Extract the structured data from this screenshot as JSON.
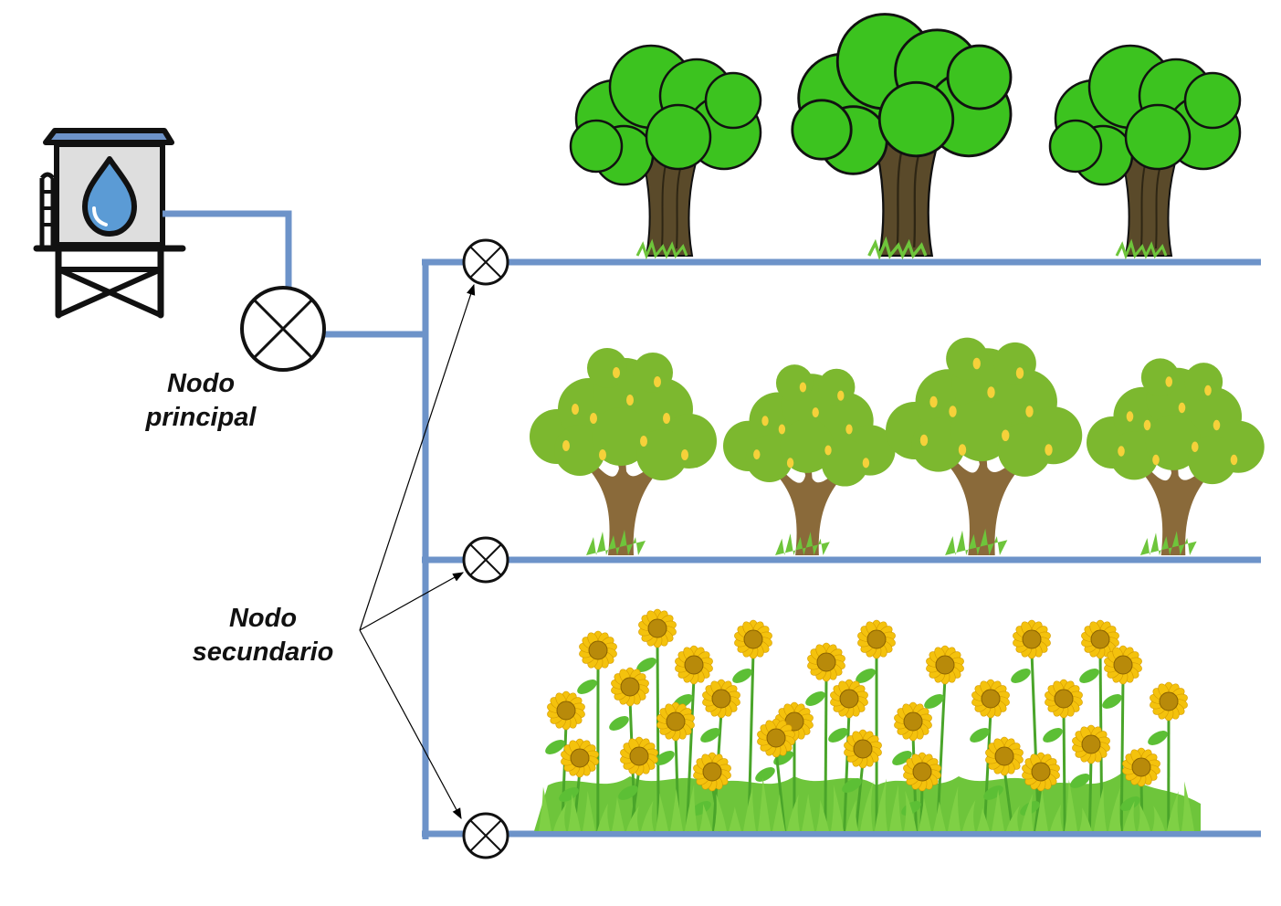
{
  "labels": {
    "main_node": [
      "Nodo",
      "principal"
    ],
    "secondary_node": [
      "Nodo",
      "secundario"
    ]
  },
  "colors": {
    "pipe": "#6d93c9",
    "valve_stroke": "#111111",
    "tank_body": "#dedede",
    "tank_roof": "#6d93c9",
    "water_drop": "#5b9bd5",
    "tree_leaf": "#3cc31f",
    "tree_leaf_dark": "#2a9a14",
    "trunk_dark": "#5a4a2a",
    "fruit_leaf": "#7cb82f",
    "fruit_trunk": "#8a6a3a",
    "fruit": "#f5d13a",
    "sunflower_petal": "#f4c20d",
    "sunflower_center": "#b88a0a",
    "grass": "#6ec53b"
  },
  "rows": [
    {
      "name": "trees",
      "icon": "oak-tree-icon",
      "count": 3
    },
    {
      "name": "fruit-trees",
      "icon": "fruit-tree-icon",
      "count": 4
    },
    {
      "name": "sunflowers",
      "icon": "sunflower-icon",
      "count": 30
    }
  ],
  "icons": {
    "tank": "water-tower-icon",
    "drop": "water-drop-icon",
    "valve": "valve-icon"
  }
}
